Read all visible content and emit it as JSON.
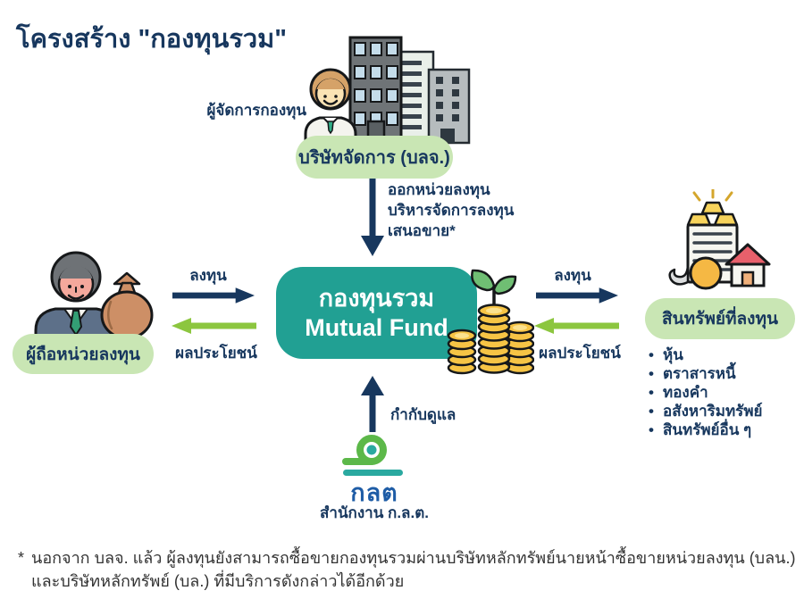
{
  "title": "โครงสร้าง \"กองทุนรวม\"",
  "management_company": {
    "manager_label": "ผู้จัดการกองทุน",
    "label": "บริษัทจัดการ (บลจ.)",
    "duties": [
      "ออกหน่วยลงทุน",
      "บริหารจัดการลงทุน",
      "เสนอขาย*"
    ]
  },
  "fund_box": {
    "name_th": "กองทุนรวม",
    "name_en": "Mutual Fund"
  },
  "unit_holder": {
    "label": "ผู้ถือหน่วยลงทุน",
    "invest_arrow": "ลงทุน",
    "benefit_arrow": "ผลประโยชน์"
  },
  "invested_assets": {
    "label": "สินทรัพย์ที่ลงทุน",
    "invest_arrow": "ลงทุน",
    "benefit_arrow": "ผลประโยชน์",
    "items": [
      "หุ้น",
      "ตราสารหนี้",
      "ทองคำ",
      "อสังหาริมทรัพย์",
      "สินทรัพย์อื่น ๆ"
    ]
  },
  "regulator": {
    "supervise_arrow": "กำกับดูแล",
    "logo_text": "กลต",
    "label": "สำนักงาน ก.ล.ต."
  },
  "footnote": {
    "marker": "*",
    "lines": [
      "นอกจาก บลจ. แล้ว ผู้ลงทุนยังสามารถซื้อขายกองทุนรวมผ่านบริษัทหลักทรัพย์นายหน้าซื้อขายหน่วยลงทุน (บลน.)",
      "และบริษัทหลักทรัพย์ (บล.) ที่มีบริการดังกล่าวได้อีกด้วย"
    ]
  },
  "colors": {
    "navy": "#17375e",
    "teal": "#21a093",
    "green": "#8cc63f",
    "pill": "#c9e6b4",
    "sec-green": "#5cb849",
    "sec-teal": "#2aa9a0",
    "sec-blue": "#1e5ca6",
    "footnote": "#323232"
  }
}
